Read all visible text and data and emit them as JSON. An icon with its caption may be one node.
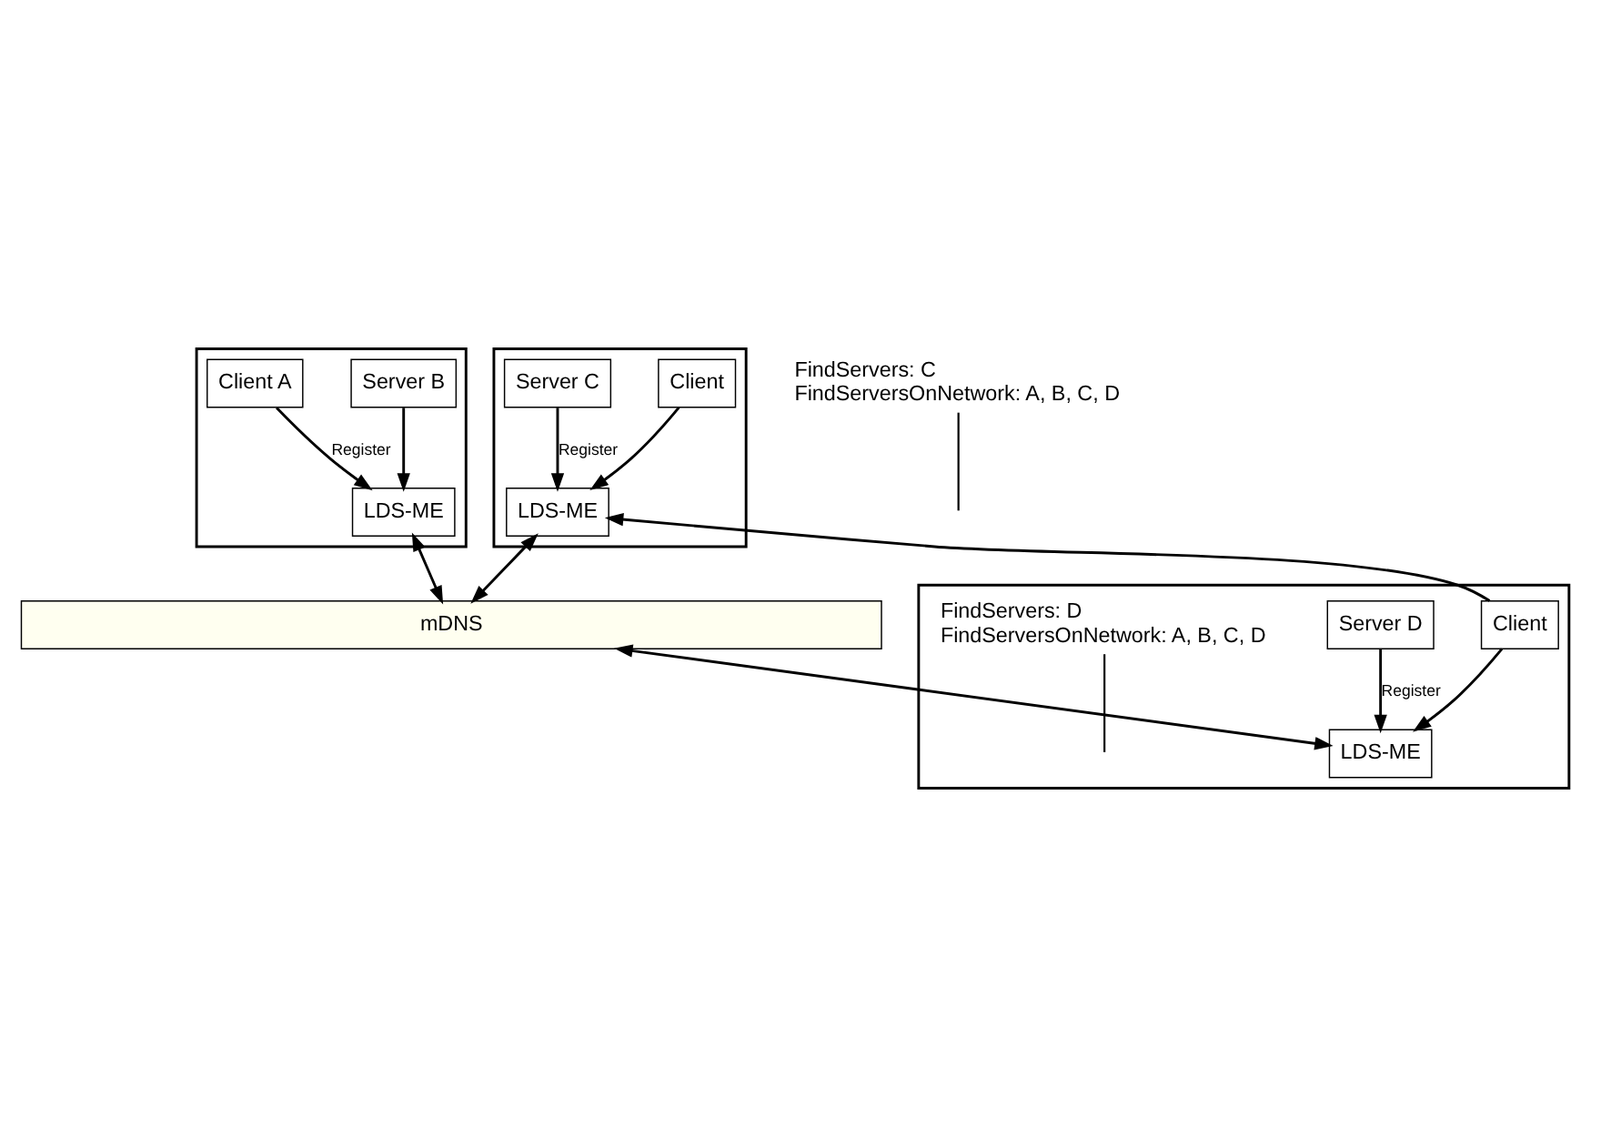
{
  "diagram": {
    "nodes": [
      {
        "text": [],
        "shape": "box"
      },
      {
        "text": [
          "Server B"
        ],
        "in": 0
      },
      {
        "text": [
          "LDS-ME"
        ],
        "in": 0
      },
      {
        "text": [
          "Client A"
        ],
        "in": 0
      },
      {
        "text": [],
        "shape": "box"
      },
      {
        "text": [
          "Client"
        ],
        "in": 4
      },
      {
        "text": [
          "LDS-ME"
        ],
        "in": 4
      },
      {
        "text": [
          "Server C"
        ],
        "in": 4
      },
      {
        "text": [
          "mDNS"
        ]
      },
      {
        "text": [],
        "shape": "box"
      },
      {
        "text": [
          "LDS-ME"
        ],
        "in": 9
      },
      {
        "text": [
          "Client"
        ],
        "in": 9
      },
      {
        "text": [
          "Server D"
        ],
        "in": 9
      },
      {
        "text": [
          "FindServers: C",
          "FindServersOnNetwork: A, B, C, D"
        ]
      },
      {
        "text": [
          "FindServers: D",
          "FindServersOnNetwork: A, B, C, D"
        ],
        "in": 9
      }
    ],
    "edges": [
      {
        "from": 1,
        "to": 2,
        "arrow": "to"
      },
      {
        "from": 3,
        "to": 2,
        "arrow": "to",
        "label": "Register"
      },
      {
        "from": 2,
        "to": 8,
        "arrow": "both"
      },
      {
        "from": 5,
        "to": 6,
        "arrow": "to"
      },
      {
        "from": 7,
        "to": 6,
        "arrow": "to",
        "label": "Register"
      },
      {
        "from": 6,
        "to": 8,
        "arrow": "both"
      },
      {
        "from": 11,
        "to": 6,
        "arrow": "to"
      },
      {
        "from": 8,
        "to": 10,
        "arrow": "both"
      },
      {
        "from": 11,
        "to": 10,
        "arrow": "to"
      },
      {
        "from": 12,
        "to": 10,
        "arrow": "to",
        "label": "Register"
      },
      {
        "from": 13,
        "to": null,
        "arrow": "none"
      },
      {
        "from": 14,
        "to": null,
        "arrow": "none"
      }
    ]
  }
}
